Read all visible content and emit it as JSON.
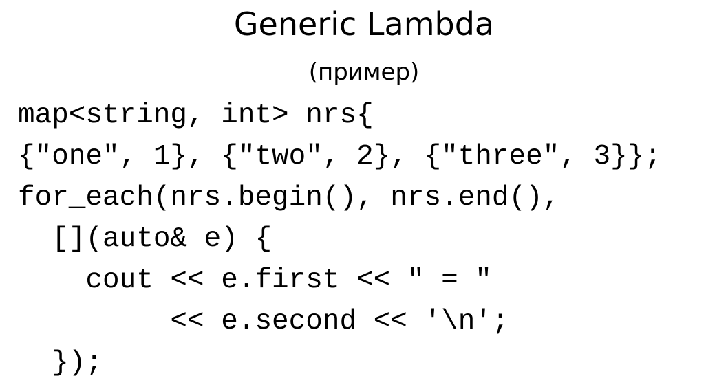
{
  "slide": {
    "title": "Generic Lambda",
    "subtitle": "(пример)",
    "code_lines": [
      "map<string, int> nrs{",
      "{\"one\", 1}, {\"two\", 2}, {\"three\", 3}};",
      "for_each(nrs.begin(), nrs.end(),",
      "  [](auto& e) {",
      "    cout << e.first << \" = \"",
      "         << e.second << '\\n';",
      "  });"
    ]
  }
}
